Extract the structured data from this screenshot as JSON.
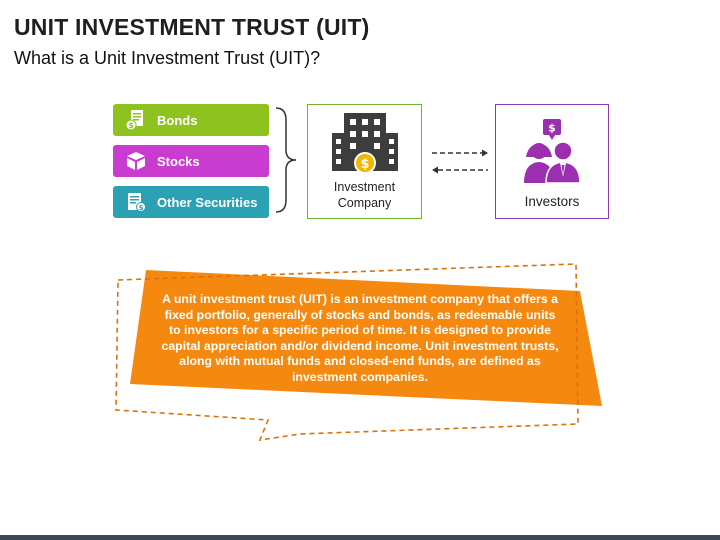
{
  "slide": {
    "title": "UNIT INVESTMENT TRUST (UIT)",
    "subtitle": "What is a Unit Investment Trust (UIT)?"
  },
  "securities": [
    {
      "label": "Bonds",
      "icon": "bond-certificate-icon",
      "color": "#8dc21f"
    },
    {
      "label": "Stocks",
      "icon": "stocks-box-icon",
      "color": "#c93ccf"
    },
    {
      "label": "Other Securities",
      "icon": "document-icon",
      "color": "#2aa2b3"
    }
  ],
  "company": {
    "label": "Investment Company",
    "icon": "office-building-icon",
    "border_color": "#70b22a",
    "coin_symbol": "$"
  },
  "investors": {
    "label": "Investors",
    "icon": "investors-icon",
    "border_color": "#8a3bb6",
    "badge_symbol": "$"
  },
  "description": {
    "text": "A unit investment trust (UIT) is an investment company that offers a fixed portfolio, generally of stocks and bonds, as redeemable units to investors for a specific period of time. It is designed to provide capital appreciation and/or dividend income. Unit investment trusts, along with mutual funds and closed-end funds, are defined as investment companies.",
    "color": "#f5890f"
  }
}
